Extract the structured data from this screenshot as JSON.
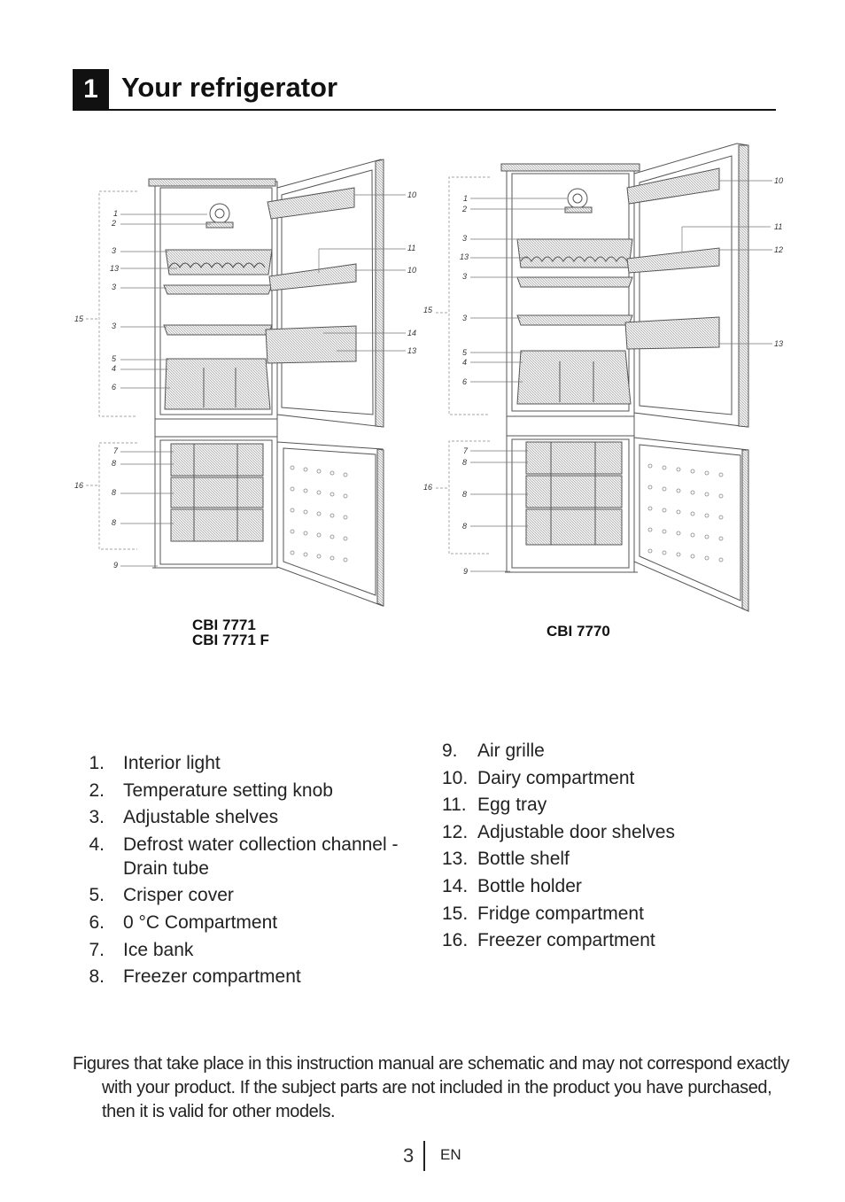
{
  "section": {
    "number": "1",
    "title": "Your refrigerator"
  },
  "models": {
    "left_line1": "CBI 7771",
    "left_line2": "CBI 7771 F",
    "right": "CBI 7770"
  },
  "callouts_left": {
    "l1": "1",
    "l2": "2",
    "l3a": "3",
    "l13": "13",
    "l3b": "3",
    "l15": "15",
    "l3c": "3",
    "l5": "5",
    "l4": "4",
    "l6": "6",
    "l7": "7",
    "l8a": "8",
    "l16": "16",
    "l8b": "8",
    "l8c": "8",
    "l9": "9",
    "r10a": "10",
    "r11": "11",
    "r10b": "10",
    "r14": "14",
    "r13": "13"
  },
  "callouts_right": {
    "l1": "1",
    "l2": "2",
    "l3a": "3",
    "l13": "13",
    "l3b": "3",
    "l15": "15",
    "l3c": "3",
    "l5": "5",
    "l4": "4",
    "l6": "6",
    "l7": "7",
    "l8a": "8",
    "l16": "16",
    "l8b": "8",
    "l8c": "8",
    "l9": "9",
    "r10": "10",
    "r11": "11",
    "r12": "12",
    "r13": "13"
  },
  "legend_left": [
    {
      "n": "1.",
      "text": "Interior light"
    },
    {
      "n": "2.",
      "text": "Temperature setting knob"
    },
    {
      "n": "3.",
      "text": "Adjustable shelves"
    },
    {
      "n": "4.",
      "text": "Defrost water collection channel - Drain tube"
    },
    {
      "n": "5.",
      "text": "Crisper cover"
    },
    {
      "n": "6.",
      "text": "0 °C Compartment"
    },
    {
      "n": "7.",
      "text": "Ice bank"
    },
    {
      "n": "8.",
      "text": "Freezer compartment"
    }
  ],
  "legend_right": [
    {
      "n": "9.",
      "text": "Air grille"
    },
    {
      "n": "10.",
      "text": "Dairy compartment"
    },
    {
      "n": "11.",
      "text": "Egg tray"
    },
    {
      "n": "12.",
      "text": "Adjustable door shelves"
    },
    {
      "n": "13.",
      "text": "Bottle shelf"
    },
    {
      "n": "14.",
      "text": "Bottle holder"
    },
    {
      "n": "15.",
      "text": "Fridge compartment"
    },
    {
      "n": "16.",
      "text": "Freezer compartment"
    }
  ],
  "note": "Figures that take place in this instruction manual are schematic and may not correspond exactly with your product. If the subject parts are not included in the product you have purchased, then it is valid for other models.",
  "footer": {
    "page": "3",
    "lang": "EN"
  }
}
